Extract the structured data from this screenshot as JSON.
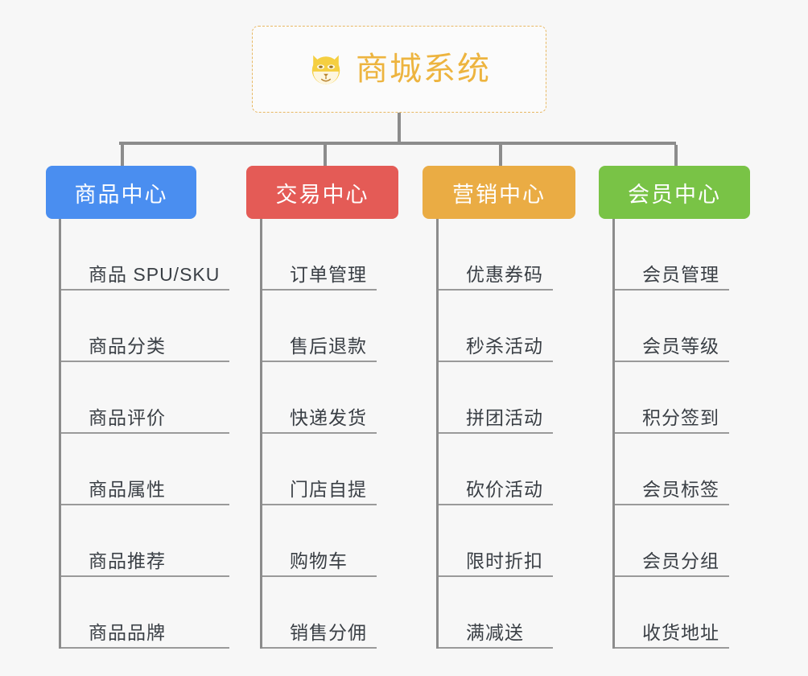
{
  "root": {
    "title": "商城系统",
    "icon": "shiba-dog-emoji",
    "border_color": "#e8b863",
    "text_color": "#edb43f"
  },
  "branches": [
    {
      "label": "商品中心",
      "color": "#4a8ef0",
      "items": [
        "商品 SPU/SKU",
        "商品分类",
        "商品评价",
        "商品属性",
        "商品推荐",
        "商品品牌"
      ]
    },
    {
      "label": "交易中心",
      "color": "#e45b56",
      "items": [
        "订单管理",
        "售后退款",
        "快递发货",
        "门店自提",
        "购物车",
        "销售分佣"
      ]
    },
    {
      "label": "营销中心",
      "color": "#eaac44",
      "items": [
        "优惠券码",
        "秒杀活动",
        "拼团活动",
        "砍价活动",
        "限时折扣",
        "满减送"
      ]
    },
    {
      "label": "会员中心",
      "color": "#79c346",
      "items": [
        "会员管理",
        "会员等级",
        "积分签到",
        "会员标签",
        "会员分组",
        "收货地址"
      ]
    }
  ],
  "line_color": "#8c8c8c",
  "background": "#f7f7f7"
}
